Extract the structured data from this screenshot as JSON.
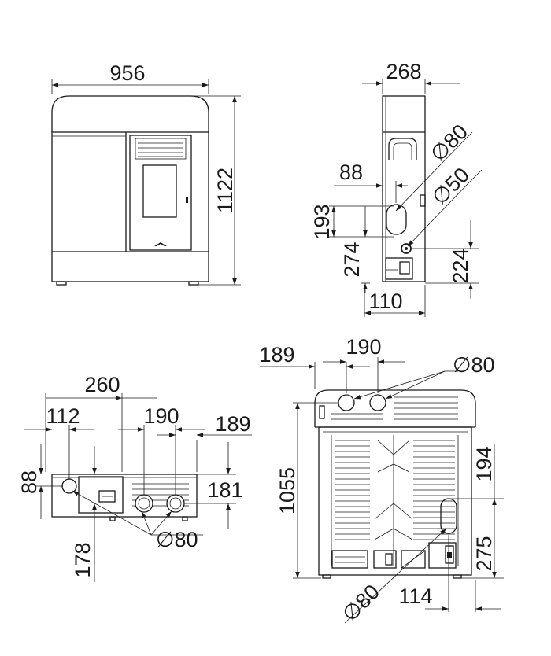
{
  "front_view": {
    "width_label": "956",
    "height_label": "1122"
  },
  "side_view": {
    "depth_label": "268",
    "outlet_top_label": "∅80",
    "outlet_air_label": "∅50",
    "offset_88_label": "88",
    "height_193_label": "193",
    "height_274_label": "274",
    "height_224_label": "224",
    "offset_110_label": "110"
  },
  "top_view": {
    "width_260_label": "260",
    "offset_112_label": "112",
    "spacing_190_label": "190",
    "offset_189_label": "189",
    "depth_88_label": "88",
    "depth_181_label": "181",
    "offset_178_label": "178",
    "diameter_label": "∅80"
  },
  "rear_view": {
    "offset_189_label": "189",
    "spacing_190_label": "190",
    "top_diameter_label": "∅80",
    "height_1055_label": "1055",
    "height_194_label": "194",
    "height_275_label": "275",
    "bottom_diameter_label": "∅80",
    "offset_114_label": "114"
  }
}
